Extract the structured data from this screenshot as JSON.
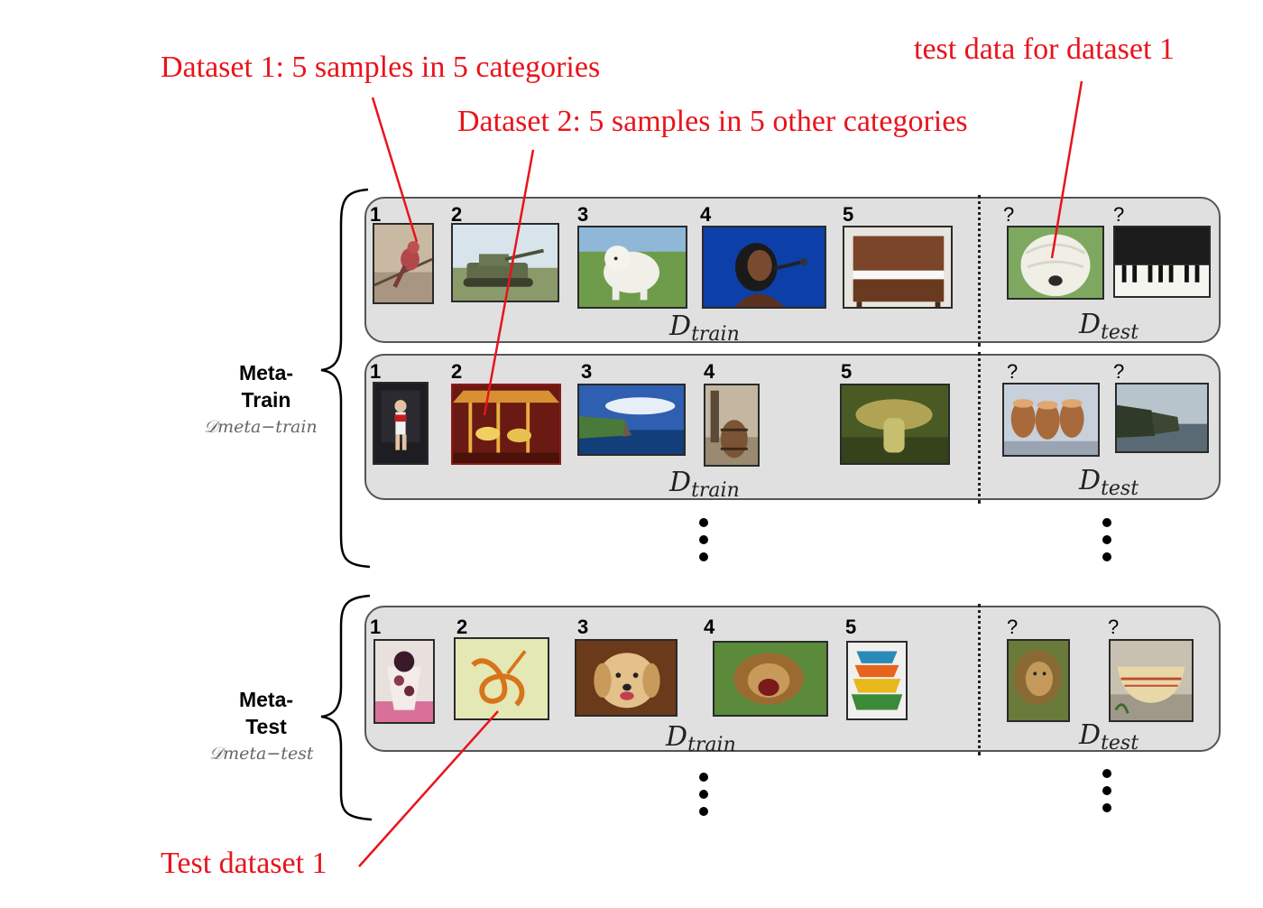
{
  "annotations": {
    "dataset1": "Dataset 1: 5 samples in 5 categories",
    "dataset2": "Dataset 2: 5 samples in 5 other categories",
    "test_data": "test data for dataset 1",
    "test_dataset": "Test dataset 1"
  },
  "groups": {
    "meta_train": {
      "line1": "Meta-",
      "line2": "Train",
      "math": "𝒟meta−train"
    },
    "meta_test": {
      "line1": "Meta-",
      "line2": "Test",
      "math": "𝒟meta−test"
    }
  },
  "labels": {
    "d_letter": "D",
    "train_sub": "train",
    "test_sub": "test",
    "unknown": "?"
  },
  "rows": [
    {
      "numbers": [
        "1",
        "2",
        "3",
        "4",
        "5"
      ],
      "train_images": [
        "bird",
        "tank",
        "white dog",
        "singer",
        "piano"
      ],
      "test_images": [
        "white shaggy dog",
        "piano keys"
      ]
    },
    {
      "numbers": [
        "1",
        "2",
        "3",
        "4",
        "5"
      ],
      "train_images": [
        "gymnast",
        "carousel",
        "cliffs",
        "barrel",
        "mushroom"
      ],
      "test_images": [
        "barrels",
        "cliffs"
      ]
    },
    {
      "numbers": [
        "1",
        "2",
        "3",
        "4",
        "5"
      ],
      "train_images": [
        "dessert",
        "nematode",
        "golden dog",
        "roaring lion",
        "bowls"
      ],
      "test_images": [
        "lion",
        "bowl"
      ]
    }
  ],
  "colors": {
    "annotation": "#e8141c",
    "panel": "#e0e0e0"
  }
}
